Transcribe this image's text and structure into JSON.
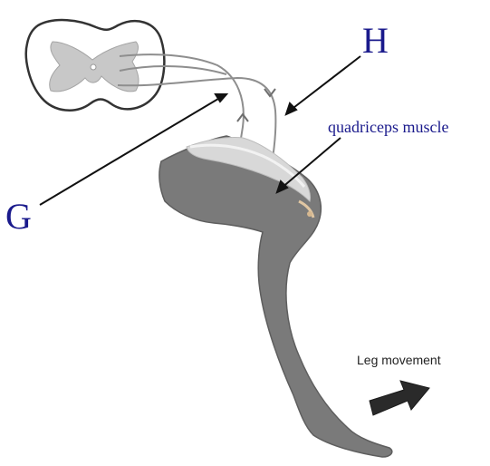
{
  "labels": {
    "g": "G",
    "h": "H",
    "muscle": "quadriceps muscle",
    "movement": "Leg movement"
  },
  "colors": {
    "label_blue": "#1a1a8c",
    "leg_gray": "#7a7a7a",
    "cord_gray": "#c8c8c8",
    "outline": "#333333",
    "arrow_dark": "#2a2a2a"
  }
}
